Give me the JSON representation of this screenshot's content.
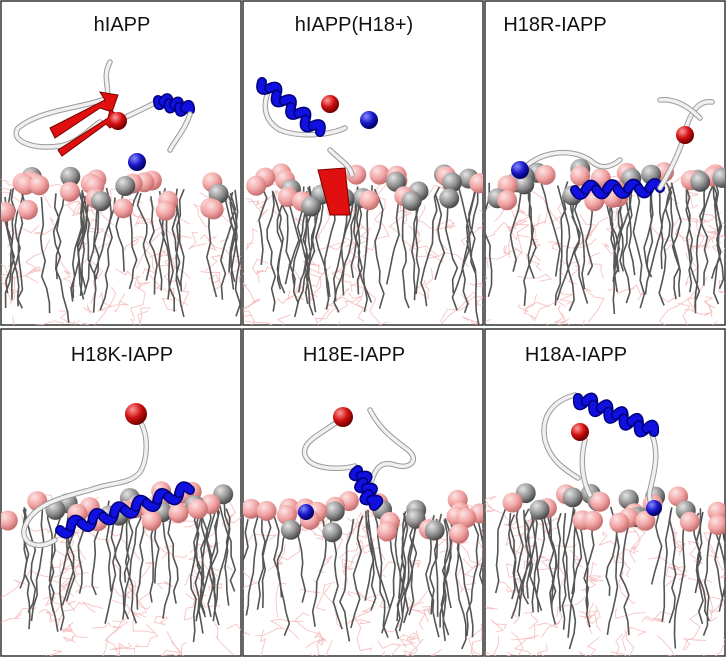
{
  "figure": {
    "panels": [
      {
        "id": "hIAPP",
        "title": "hIAPP"
      },
      {
        "id": "hIAPP-H18plus",
        "title": "hIAPP(H18+)"
      },
      {
        "id": "H18R-IAPP",
        "title": "H18R-IAPP"
      },
      {
        "id": "H18K-IAPP",
        "title": "H18K-IAPP"
      },
      {
        "id": "H18E-IAPP",
        "title": "H18E-IAPP"
      },
      {
        "id": "H18A-IAPP",
        "title": "H18A-IAPP"
      }
    ],
    "colors": {
      "helix": "#1010e0",
      "sheet": "#e01010",
      "coil": "#f0f0f0",
      "n_terminal_bead": "#c01010",
      "residue18_bead": "#1a1ab0",
      "phosphate_bead": "#f0a0a0",
      "choline_bead": "#8c8c8c",
      "lipid_tails": "#555555",
      "water_lines": "#f6b8b8",
      "border": "#333333"
    }
  }
}
